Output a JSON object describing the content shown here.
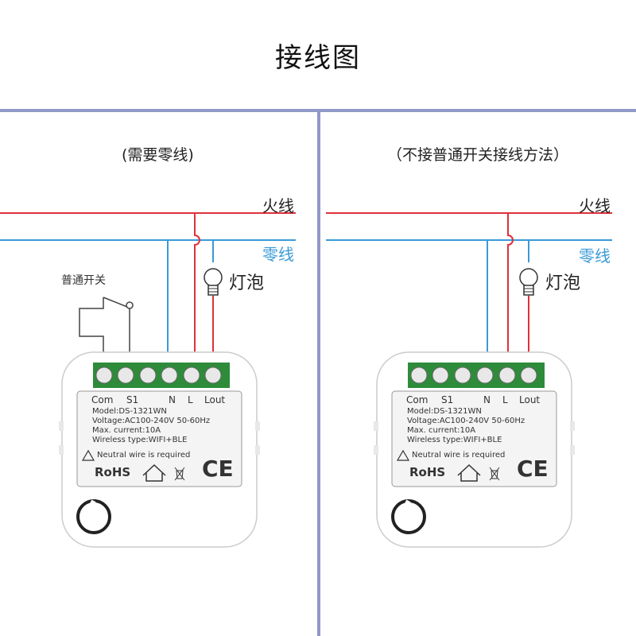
{
  "page_title": "接线图",
  "colors": {
    "divider": "#9099c8",
    "live_wire": "#e0303a",
    "neutral_wire": "#3a9ad8",
    "module_body": "#ffffff",
    "terminal_green": "#2e8b3a",
    "label_panel": "#f4f4f4"
  },
  "left_panel": {
    "subtitle": "(需要零线)",
    "live_label": "火线",
    "neutral_label": "零线",
    "lamp_label": "灯泡",
    "switch_label": "普通开关"
  },
  "right_panel": {
    "subtitle": "（不接普通开关接线方法）",
    "live_label": "火线",
    "neutral_label": "零线",
    "lamp_label": "灯泡"
  },
  "module": {
    "terminal_labels": [
      "Com",
      "S1",
      "N",
      "L",
      "Lout"
    ],
    "model": "Model:DS-1321WN",
    "voltage": "Voltage:AC100-240V  50-60Hz",
    "current": "Max. current:10A",
    "wireless": "Wireless type:WIFI+BLE",
    "warning": "Neutral wire is required",
    "rohs": "RoHS",
    "ce": "CE"
  }
}
